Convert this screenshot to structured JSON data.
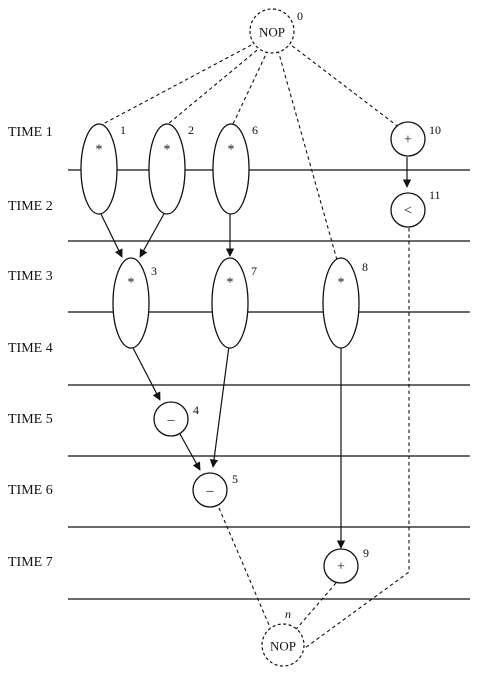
{
  "time_steps": [
    "TIME 1",
    "TIME 2",
    "TIME 3",
    "TIME 4",
    "TIME 5",
    "TIME 6",
    "TIME 7"
  ],
  "nodes": {
    "n0": {
      "op": "NOP",
      "index": "0"
    },
    "n1": {
      "op": "*",
      "index": "1"
    },
    "n2": {
      "op": "*",
      "index": "2"
    },
    "n6": {
      "op": "*",
      "index": "6"
    },
    "n10": {
      "op": "+",
      "index": "10"
    },
    "n11": {
      "op": "<",
      "index": "11"
    },
    "n3": {
      "op": "*",
      "index": "3"
    },
    "n7": {
      "op": "*",
      "index": "7"
    },
    "n8": {
      "op": "*",
      "index": "8"
    },
    "n4": {
      "op": "–",
      "index": "4"
    },
    "n5": {
      "op": "–",
      "index": "5"
    },
    "n9": {
      "op": "+",
      "index": "9"
    },
    "nn": {
      "op": "NOP",
      "index": "n"
    }
  },
  "edges": [
    {
      "from": "0",
      "to": "1",
      "style": "dashed"
    },
    {
      "from": "0",
      "to": "2",
      "style": "dashed"
    },
    {
      "from": "0",
      "to": "6",
      "style": "dashed"
    },
    {
      "from": "0",
      "to": "8",
      "style": "dashed"
    },
    {
      "from": "0",
      "to": "10",
      "style": "dashed"
    },
    {
      "from": "1",
      "to": "3",
      "style": "solid"
    },
    {
      "from": "2",
      "to": "3",
      "style": "solid"
    },
    {
      "from": "6",
      "to": "7",
      "style": "solid"
    },
    {
      "from": "10",
      "to": "11",
      "style": "solid"
    },
    {
      "from": "3",
      "to": "4",
      "style": "solid"
    },
    {
      "from": "4",
      "to": "5",
      "style": "solid"
    },
    {
      "from": "7",
      "to": "5",
      "style": "solid"
    },
    {
      "from": "8",
      "to": "9",
      "style": "solid"
    },
    {
      "from": "5",
      "to": "n",
      "style": "dashed"
    },
    {
      "from": "9",
      "to": "n",
      "style": "dashed"
    },
    {
      "from": "11",
      "to": "n",
      "style": "dashed"
    }
  ]
}
